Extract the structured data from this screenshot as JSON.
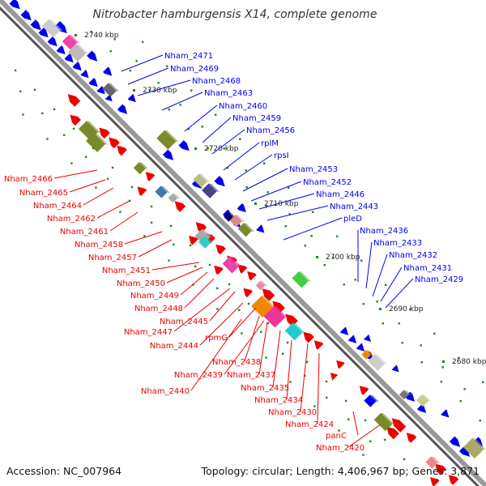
{
  "title": "Nitrobacter hamburgensis X14, complete genome",
  "accession": "Accession: NC_007964",
  "summary": "Topology: circular; Length: 4,406,967 bp; Genes: 3,871",
  "colors": {
    "forward": "#0000ee",
    "reverse": "#ee0000",
    "backbone": "#888888",
    "tick": "#1a8a1a"
  },
  "scale_labels": [
    {
      "text": "2740 kbp",
      "pos": 2740
    },
    {
      "text": "2730 kbp",
      "pos": 2730
    },
    {
      "text": "2720 kbp",
      "pos": 2720
    },
    {
      "text": "2710 kbp",
      "pos": 2710
    },
    {
      "text": "2700 kbp",
      "pos": 2700
    },
    {
      "text": "2690 kbp",
      "pos": 2690
    },
    {
      "text": "2680 kbp",
      "pos": 2680
    }
  ],
  "forward_labels": [
    "Nham_2471",
    "Nham_2469",
    "Nham_2468",
    "Nham_2463",
    "Nham_2460",
    "Nham_2459",
    "Nham_2456",
    "rplM",
    "rpsI",
    "Nham_2453",
    "Nham_2452",
    "Nham_2446",
    "Nham_2443",
    "pleD",
    "Nham_2436",
    "Nham_2433",
    "Nham_2432",
    "Nham_2431",
    "Nham_2429"
  ],
  "reverse_labels": [
    "Nham_2466",
    "Nham_2465",
    "Nham_2464",
    "Nham_2462",
    "Nham_2461",
    "Nham_2458",
    "Nham_2457",
    "Nham_2451",
    "Nham_2450",
    "Nham_2449",
    "Nham_2448",
    "Nham_2445",
    "Nham_2447",
    "Nham_2444",
    "rpmG",
    "Nham_2438",
    "Nham_2439",
    "Nham_2437",
    "Nham_2440",
    "Nham_2435",
    "Nham_2434",
    "Nham_2430",
    "Nham_2424",
    "panC",
    "Nham_2420"
  ]
}
